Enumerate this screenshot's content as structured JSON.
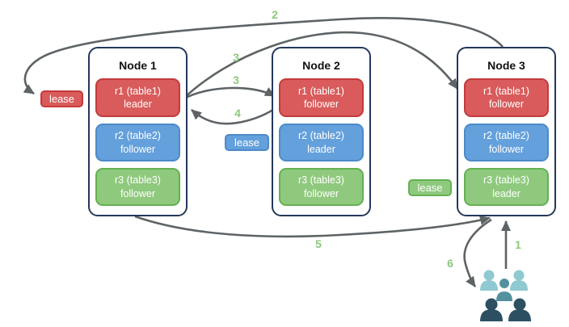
{
  "title": "Leaseholder / raft leadership diagram",
  "colors": {
    "range_red": "#D95B5B",
    "range_red_border": "#C43B3B",
    "range_blue": "#64A0DB",
    "range_blue_border": "#4C8BC9",
    "range_green": "#8FC97E",
    "range_green_border": "#64B153",
    "node_border": "#24385C",
    "arrow_gray": "#5E6366",
    "step_number_green": "#8CC87C",
    "users_light_teal": "#8FC9D2",
    "users_mid_teal": "#53919E",
    "users_dark_teal": "#2C5062"
  },
  "nodes": [
    {
      "title": "Node 1",
      "ranges": [
        {
          "line1": "r1 (table1)",
          "line2": "leader",
          "color": "red"
        },
        {
          "line1": "r2 (table2)",
          "line2": "follower",
          "color": "blue"
        },
        {
          "line1": "r3 (table3)",
          "line2": "follower",
          "color": "green"
        }
      ]
    },
    {
      "title": "Node 2",
      "ranges": [
        {
          "line1": "r1 (table1)",
          "line2": "follower",
          "color": "red"
        },
        {
          "line1": "r2 (table2)",
          "line2": "leader",
          "color": "blue"
        },
        {
          "line1": "r3 (table3)",
          "line2": "follower",
          "color": "green"
        }
      ]
    },
    {
      "title": "Node 3",
      "ranges": [
        {
          "line1": "r1 (table1)",
          "line2": "follower",
          "color": "red"
        },
        {
          "line1": "r2 (table2)",
          "line2": "follower",
          "color": "blue"
        },
        {
          "line1": "r3 (table3)",
          "line2": "leader",
          "color": "green"
        }
      ]
    }
  ],
  "leases": [
    {
      "label": "lease",
      "color": "red"
    },
    {
      "label": "lease",
      "color": "blue"
    },
    {
      "label": "lease",
      "color": "green"
    }
  ],
  "steps": [
    {
      "label": "2"
    },
    {
      "label": "3"
    },
    {
      "label": "3"
    },
    {
      "label": "4"
    },
    {
      "label": "5"
    },
    {
      "label": "1"
    },
    {
      "label": "6"
    }
  ],
  "icons": {
    "users": "users-group-icon"
  }
}
